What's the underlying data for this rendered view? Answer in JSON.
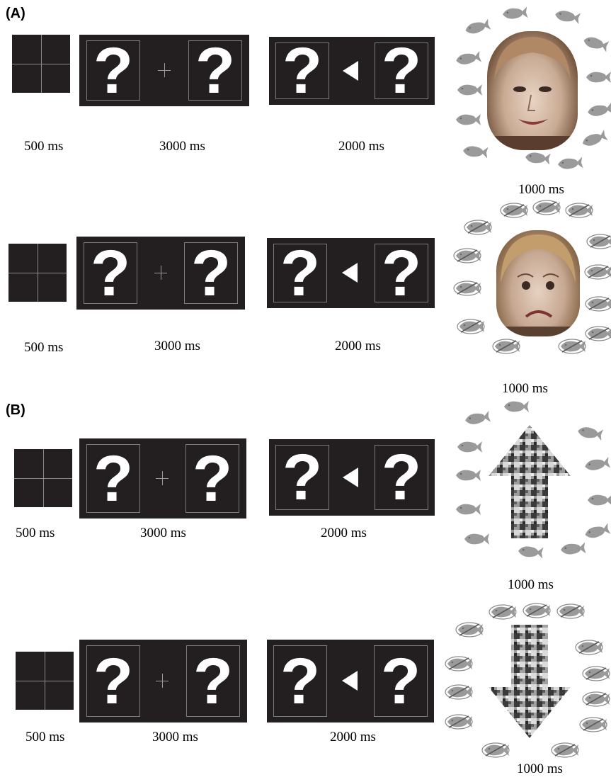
{
  "panels": {
    "a_label": "(A)",
    "b_label": "(B)"
  },
  "stimulus": {
    "question": "?"
  },
  "timings": {
    "fixation": "500 ms",
    "choice": "3000 ms",
    "cue": "2000 ms",
    "outcome": "1000 ms"
  },
  "trials": [
    {
      "panel": "A",
      "outcome": "happy-face",
      "reward": "fish"
    },
    {
      "panel": "A",
      "outcome": "sad-face",
      "reward": "crossed-fish"
    },
    {
      "panel": "B",
      "outcome": "up-arrow",
      "reward": "fish"
    },
    {
      "panel": "B",
      "outcome": "down-arrow",
      "reward": "crossed-fish"
    }
  ],
  "colors": {
    "screen": "#231f20",
    "fish": "#9a9a9a",
    "box_outline": "#7b7b7b"
  }
}
